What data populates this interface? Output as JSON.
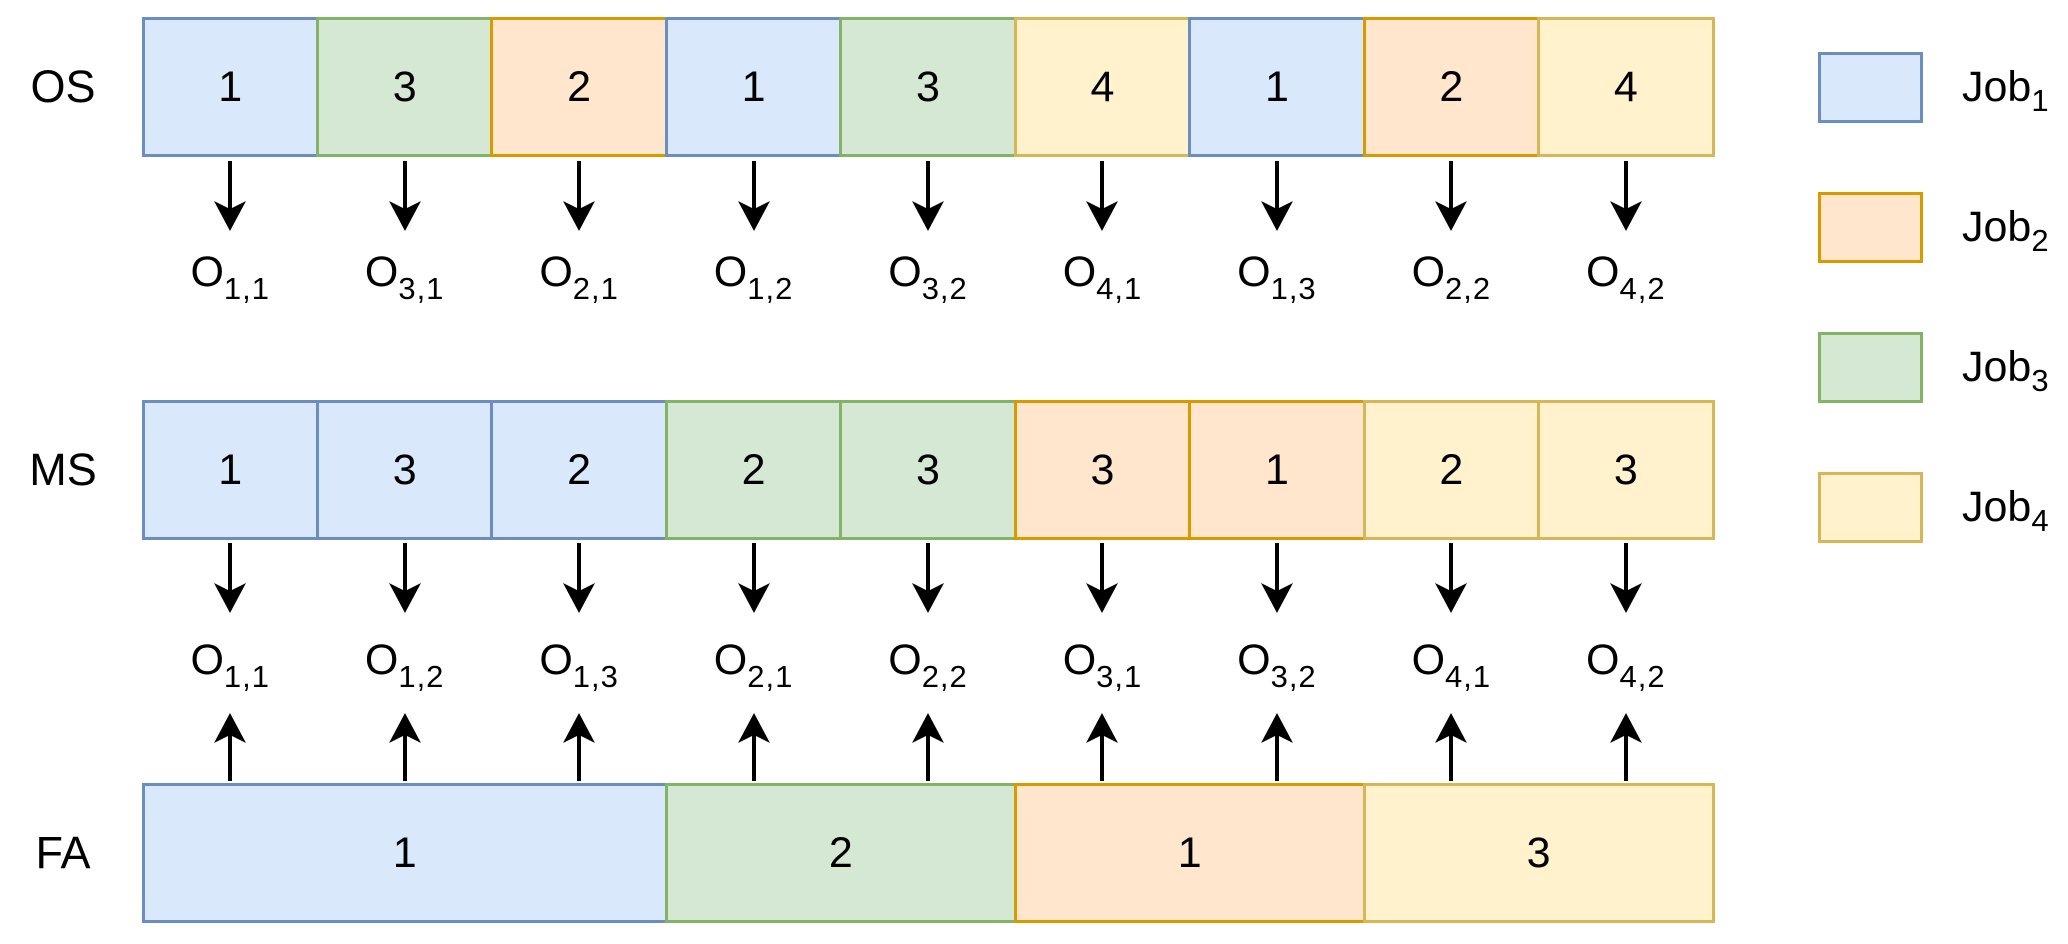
{
  "row_labels": {
    "os": "OS",
    "ms": "MS",
    "fa": "FA"
  },
  "jobs": {
    "job1": {
      "name": "Job1",
      "fill": "#dae8fc",
      "stroke": "#6c8ebf"
    },
    "job2": {
      "name": "Job2",
      "fill": "#ffe6cc",
      "stroke": "#d79b00"
    },
    "job3": {
      "name": "Job3",
      "fill": "#d5e8d4",
      "stroke": "#82b366"
    },
    "job4": {
      "name": "Job4",
      "fill": "#fff2cc",
      "stroke": "#d6b656"
    }
  },
  "os_row": {
    "cells": [
      {
        "value": "1",
        "job": "job1"
      },
      {
        "value": "3",
        "job": "job3"
      },
      {
        "value": "2",
        "job": "job2"
      },
      {
        "value": "1",
        "job": "job1"
      },
      {
        "value": "3",
        "job": "job3"
      },
      {
        "value": "4",
        "job": "job4"
      },
      {
        "value": "1",
        "job": "job1"
      },
      {
        "value": "2",
        "job": "job2"
      },
      {
        "value": "4",
        "job": "job4"
      }
    ],
    "operations": [
      {
        "base": "O",
        "sub": "1,1"
      },
      {
        "base": "O",
        "sub": "3,1"
      },
      {
        "base": "O",
        "sub": "2,1"
      },
      {
        "base": "O",
        "sub": "1,2"
      },
      {
        "base": "O",
        "sub": "3,2"
      },
      {
        "base": "O",
        "sub": "4,1"
      },
      {
        "base": "O",
        "sub": "1,3"
      },
      {
        "base": "O",
        "sub": "2,2"
      },
      {
        "base": "O",
        "sub": "4,2"
      }
    ]
  },
  "ms_row": {
    "cells": [
      {
        "value": "1",
        "job": "job1"
      },
      {
        "value": "3",
        "job": "job1"
      },
      {
        "value": "2",
        "job": "job1"
      },
      {
        "value": "2",
        "job": "job3"
      },
      {
        "value": "3",
        "job": "job3"
      },
      {
        "value": "3",
        "job": "job2"
      },
      {
        "value": "1",
        "job": "job2"
      },
      {
        "value": "2",
        "job": "job4"
      },
      {
        "value": "3",
        "job": "job4"
      }
    ],
    "operations": [
      {
        "base": "O",
        "sub": "1,1"
      },
      {
        "base": "O",
        "sub": "1,2"
      },
      {
        "base": "O",
        "sub": "1,3"
      },
      {
        "base": "O",
        "sub": "2,1"
      },
      {
        "base": "O",
        "sub": "2,2"
      },
      {
        "base": "O",
        "sub": "3,1"
      },
      {
        "base": "O",
        "sub": "3,2"
      },
      {
        "base": "O",
        "sub": "4,1"
      },
      {
        "base": "O",
        "sub": "4,2"
      }
    ]
  },
  "fa_row": {
    "cells": [
      {
        "value": "1",
        "job": "job1",
        "span": 3
      },
      {
        "value": "2",
        "job": "job3",
        "span": 2
      },
      {
        "value": "1",
        "job": "job2",
        "span": 2
      },
      {
        "value": "3",
        "job": "job4",
        "span": 2
      }
    ]
  },
  "legend": [
    {
      "base": "Job",
      "sub": "1",
      "job": "job1"
    },
    {
      "base": "Job",
      "sub": "2",
      "job": "job2"
    },
    {
      "base": "Job",
      "sub": "3",
      "job": "job3"
    },
    {
      "base": "Job",
      "sub": "4",
      "job": "job4"
    }
  ]
}
